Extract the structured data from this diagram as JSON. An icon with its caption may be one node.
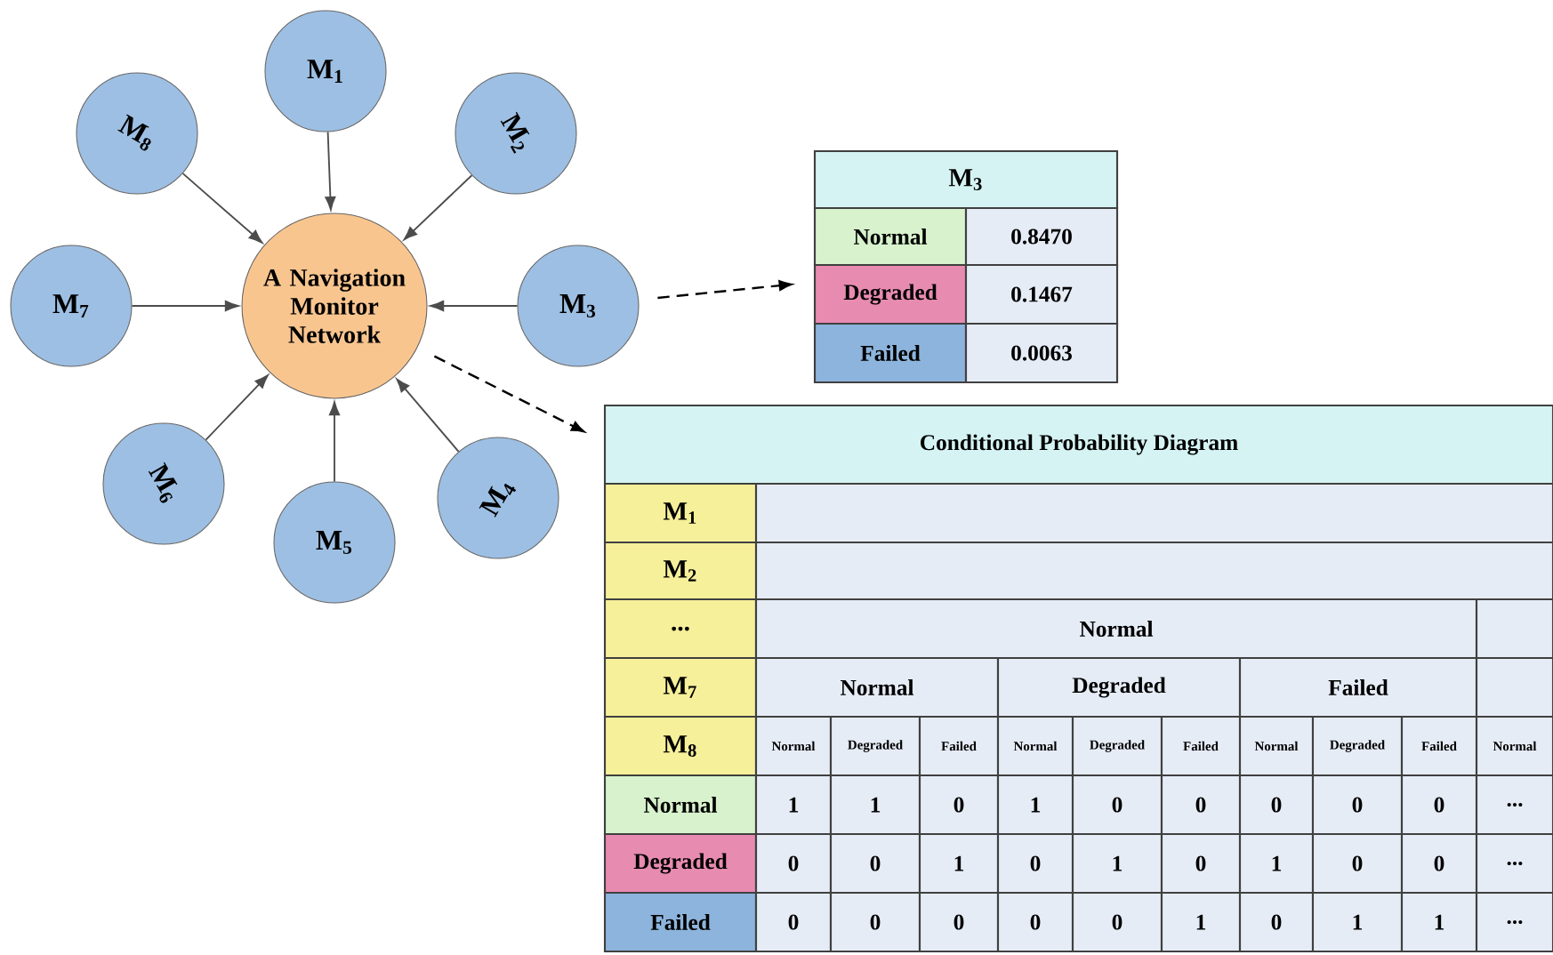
{
  "diagram": {
    "nodes": [
      {
        "text": [
          "A Navigation Monitor Network"
        ]
      },
      {
        "text": [
          "M$_{1}$"
        ]
      },
      {
        "text": [
          "M$_{2}$"
        ]
      },
      {
        "text": [
          "M$_{3}$"
        ]
      },
      {
        "text": [
          "M$_{4}$"
        ]
      },
      {
        "text": [
          "M$_{5}$"
        ]
      },
      {
        "text": [
          "M$_{6}$"
        ]
      },
      {
        "text": [
          "M$_{7}$"
        ]
      },
      {
        "text": [
          "M$_{8}$"
        ]
      },
      {
        "text": [
          "M$_{3}$",
          "Normal",
          "0.8470",
          "Degraded",
          "0.1467",
          "Failed",
          "0.0063"
        ]
      },
      {
        "text": [
          "Conditional Probability Diagram",
          "M$_{1}$",
          "M$_{2}$",
          "...",
          "Normal",
          "M$_{7}$",
          "Normal",
          "Degraded",
          "Failed",
          "M$_{8}$",
          "Normal",
          "Degraded",
          "Failed",
          "Normal",
          "Degraded",
          "Failed",
          "Normal",
          "Degraded",
          "Failed",
          "Normal",
          "Normal",
          "1",
          "1",
          "0",
          "1",
          "0",
          "0",
          "0",
          "0",
          "0",
          "...",
          "Degraded",
          "0",
          "0",
          "1",
          "0",
          "1",
          "0",
          "1",
          "0",
          "0",
          "...",
          "Failed",
          "0",
          "0",
          "0",
          "0",
          "0",
          "1",
          "0",
          "1",
          "1",
          "..."
        ]
      }
    ],
    "edges": [
      {
        "from": 1,
        "to": 0,
        "arrow": "to"
      },
      {
        "from": 2,
        "to": 0,
        "arrow": "to"
      },
      {
        "from": 3,
        "to": 0,
        "arrow": "to"
      },
      {
        "from": 4,
        "to": 0,
        "arrow": "to"
      },
      {
        "from": 5,
        "to": 0,
        "arrow": "to"
      },
      {
        "from": 6,
        "to": 0,
        "arrow": "to"
      },
      {
        "from": 7,
        "to": 0,
        "arrow": "to"
      },
      {
        "from": 8,
        "to": 0,
        "arrow": "to"
      },
      {
        "from": 3,
        "to": 9,
        "arrow": "to",
        "style": "dashed"
      },
      {
        "from": 0,
        "to": 10,
        "arrow": "to",
        "style": "dashed"
      }
    ]
  }
}
